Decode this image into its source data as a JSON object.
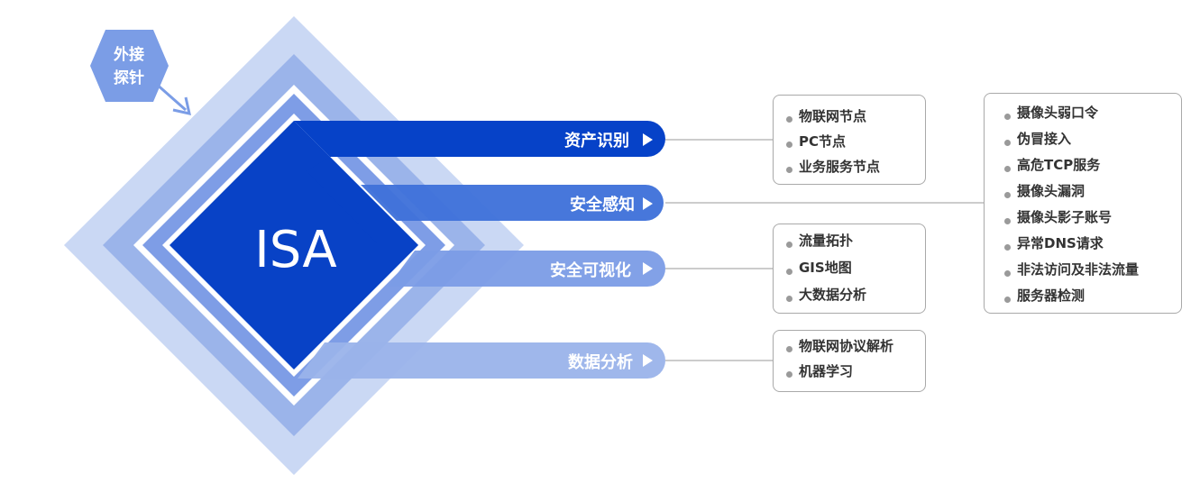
{
  "probe": {
    "line1": "外接",
    "line2": "探针"
  },
  "center": {
    "label": "ISA"
  },
  "colors": {
    "outer": "#cad8f4",
    "mid": "#9bb4ea",
    "core": "#0842c6",
    "bar1": "#0642c8",
    "bar2": "#3f71da",
    "bar3": "#7b9ce6",
    "bar4": "#9ab3ea"
  },
  "bars": [
    {
      "label": "资产识别"
    },
    {
      "label": "安全感知"
    },
    {
      "label": "安全可视化"
    },
    {
      "label": "数据分析"
    }
  ],
  "boxes": {
    "assets": [
      "物联网节点",
      "PC节点",
      "业务服务节点"
    ],
    "security": [
      "摄像头弱口令",
      "伪冒接入",
      "高危TCP服务",
      "摄像头漏洞",
      "摄像头影子账号",
      "异常DNS请求",
      "非法访问及非法流量",
      "服务器检测"
    ],
    "visual": [
      "流量拓扑",
      "GIS地图",
      "大数据分析"
    ],
    "analysis": [
      "物联网协议解析",
      "机器学习"
    ]
  }
}
